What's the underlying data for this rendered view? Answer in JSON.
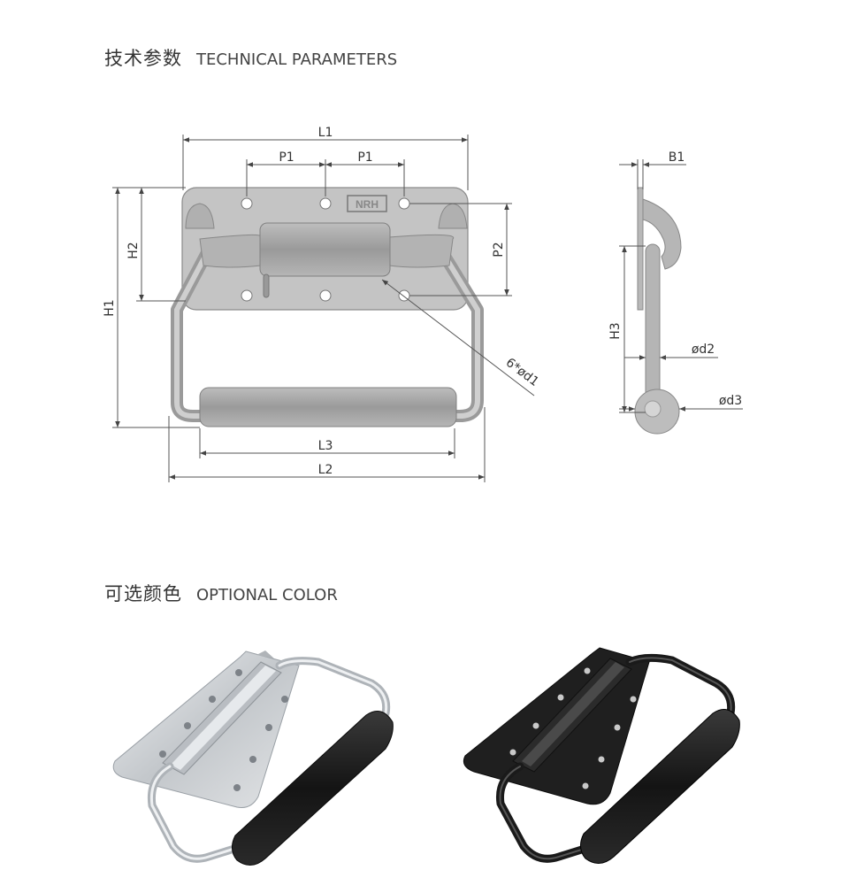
{
  "technical_parameters": {
    "title_zh": "技术参数",
    "title_en": "TECHNICAL PARAMETERS",
    "front_view_labels": {
      "L1": "L1",
      "P1_left": "P1",
      "P1_right": "P1",
      "H1": "H1",
      "H2": "H2",
      "P2": "P2",
      "holes": "6*ød1",
      "L3": "L3",
      "L2": "L2",
      "logo": "NRH"
    },
    "side_view_labels": {
      "B1": "B1",
      "H3": "H3",
      "d2": "ød2",
      "d3": "ød3"
    }
  },
  "optional_color": {
    "title_zh": "可选颜色",
    "title_en": "OPTIONAL COLOR",
    "variants": [
      {
        "name": "stainless-silver",
        "plate_color": "#c9cdd1",
        "grip_color": "#1d1d1d"
      },
      {
        "name": "black",
        "plate_color": "#1b1b1b",
        "grip_color": "#151515"
      }
    ]
  }
}
